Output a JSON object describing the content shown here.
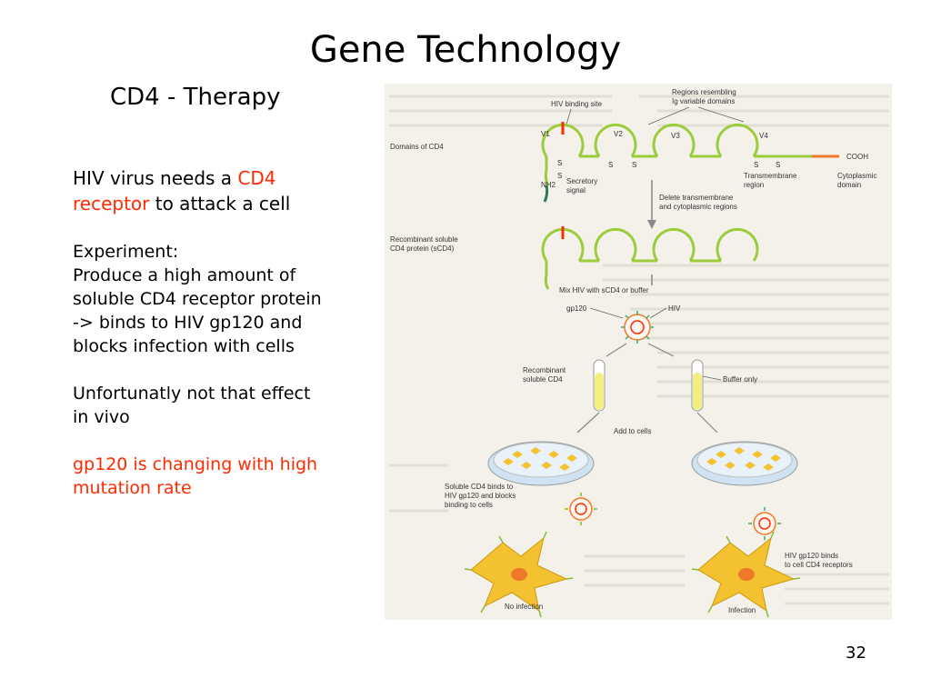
{
  "slide": {
    "title": "Gene Technology",
    "subtitle": "CD4 - Therapy",
    "page_number": "32"
  },
  "text": {
    "line1_a": "HIV virus needs a ",
    "line1_b": "CD4",
    "line2_a": "receptor",
    "line2_b": " to attack a cell",
    "experiment_label": "Experiment:",
    "experiment_lines": [
      "Produce a high amount of",
      "soluble CD4 receptor protein",
      "-> binds to HIV gp120 and",
      "blocks infection with cells"
    ],
    "unfortunately_lines": [
      "Unfortunatly not that effect",
      "in vivo"
    ],
    "gp120_lines": [
      "gp120 is changing with high",
      "mutation rate"
    ]
  },
  "figure": {
    "labels": {
      "hiv_binding_site": "HIV binding site",
      "regions_resembling_1": "Regions resembling",
      "regions_resembling_2": "Ig variable domains",
      "domains_of_cd4": "Domains of CD4",
      "v1": "V1",
      "v2": "V2",
      "v3": "V3",
      "v4": "V4",
      "s": "S",
      "cooh": "COOH",
      "nh2": "NH2",
      "secretory_1": "Secretory",
      "secretory_2": "signal",
      "transmembrane_1": "Transmembrane",
      "transmembrane_2": "region",
      "cytoplasmic_1": "Cytoplasmic",
      "cytoplasmic_2": "domain",
      "delete_1": "Delete transmembrane",
      "delete_2": "and cytoplasmic regions",
      "recombinant_1": "Recombinant soluble",
      "recombinant_2": "CD4 protein (sCD4)",
      "mix_hiv": "Mix HIV with sCD4 or buffer",
      "gp120": "gp120",
      "hiv": "HIV",
      "rec_soluble_1": "Recombinant",
      "rec_soluble_2": "soluble CD4",
      "buffer_only": "Buffer only",
      "add_to_cells": "Add to cells",
      "soluble_binds_1": "Soluble CD4 binds to",
      "soluble_binds_2": "HIV gp120 and blocks",
      "soluble_binds_3": "binding to cells",
      "hiv_gp120_binds_1": "HIV gp120 binds",
      "hiv_gp120_binds_2": "to cell CD4 receptors",
      "no_infection": "No infection",
      "infection": "Infection"
    }
  },
  "colors": {
    "accent_red": "#ff2a00",
    "domain_green": "#9ccc3c",
    "cell_orange": "#f4c230",
    "nucleus": "#f0782a",
    "tube_yellow": "#f2ee80",
    "dish_blue": "#cfe3f2"
  }
}
